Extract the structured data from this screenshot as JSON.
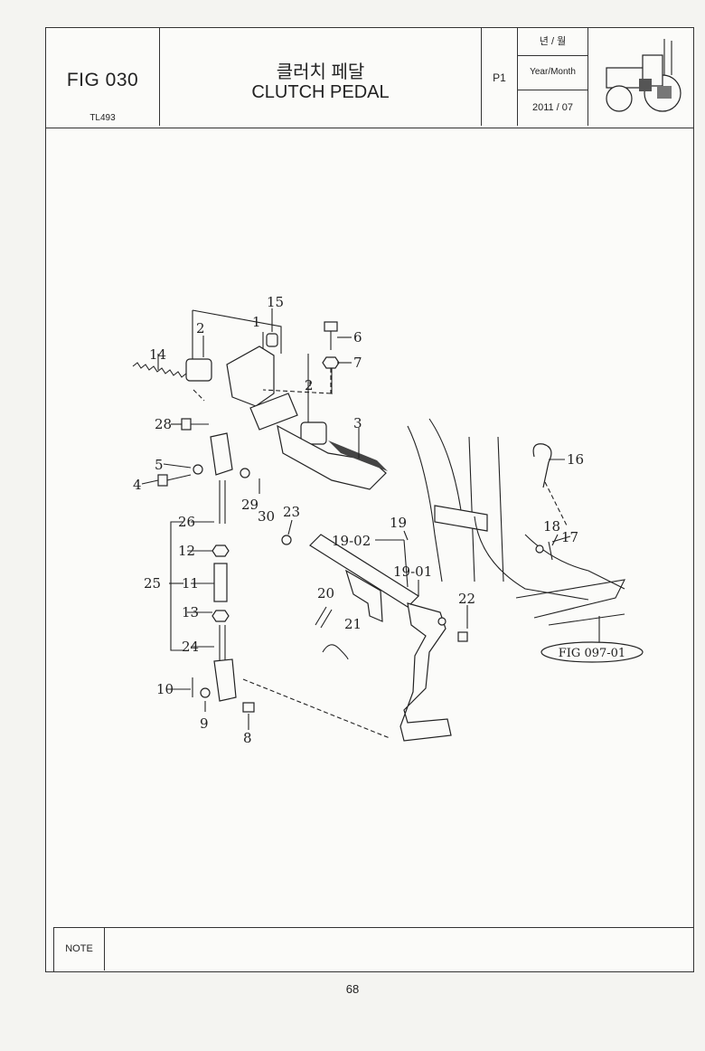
{
  "header": {
    "fig_number": "FIG 030",
    "model": "TL493",
    "title_ko": "클러치 페달",
    "title_en": "CLUTCH PEDAL",
    "page_code": "P1",
    "date_label_ko": "년 / 월",
    "date_label_en": "Year/Month",
    "date_value": "2011 / 07"
  },
  "callouts": {
    "p1": "1",
    "p2a": "2",
    "p2b": "2",
    "p3": "3",
    "p4": "4",
    "p5": "5",
    "p6": "6",
    "p7": "7",
    "p8": "8",
    "p9": "9",
    "p10": "10",
    "p11": "11",
    "p12": "12",
    "p13": "13",
    "p14": "14",
    "p15": "15",
    "p16": "16",
    "p17": "17",
    "p18": "18",
    "p19": "19",
    "p19_01": "19-01",
    "p19_02": "19-02",
    "p20": "20",
    "p21": "21",
    "p22": "22",
    "p23": "23",
    "p24": "24",
    "p25": "25",
    "p26": "26",
    "p28": "28",
    "p29": "29",
    "p30": "30"
  },
  "reference": "FIG 097-01",
  "note_label": "NOTE",
  "note_text": "",
  "page_number": "68"
}
